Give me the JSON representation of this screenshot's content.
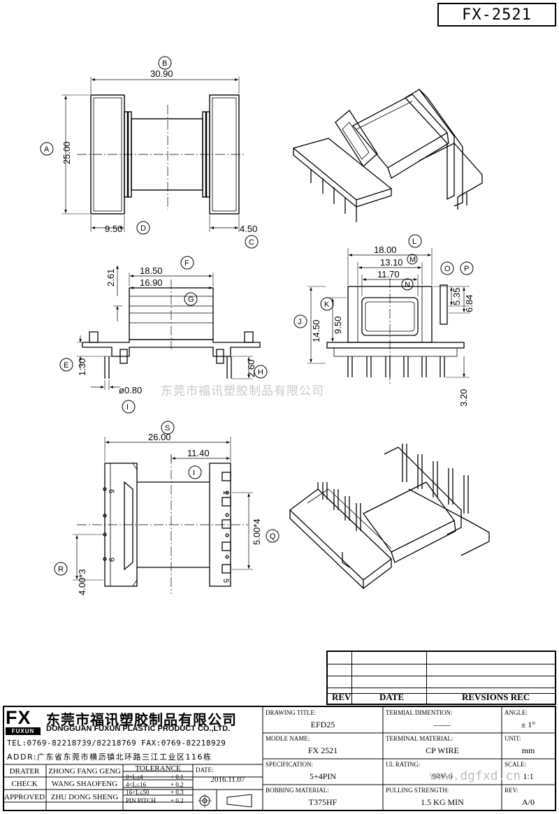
{
  "part_number": "FX-2521",
  "watermark_text": "东莞市福讯塑胶制品有限公司",
  "watermark_url": "www.dgfxd.cn",
  "dimensions": {
    "top_view": {
      "B": "30.90",
      "A": "25.00",
      "D": "9.50",
      "C": "4.50"
    },
    "front_view": {
      "F": "18.50",
      "G": "16.90",
      "top": "2.61",
      "E": "1.30",
      "I": "ø0.80",
      "H": "2.60"
    },
    "side_view": {
      "L": "18.00",
      "M": "13.10",
      "N": "11.70",
      "O": "5.35",
      "P": "6.84",
      "K": "9.50",
      "J": "14.50",
      "bottom": "3.20"
    },
    "bottom_view": {
      "S": "26.00",
      "T": "11.40",
      "Q": "5.00*4",
      "R": "4.00*3"
    }
  },
  "markers": {
    "A": "A",
    "B": "B",
    "C": "C",
    "D": "D",
    "E": "E",
    "F": "F",
    "G": "G",
    "H": "H",
    "I": "I",
    "J": "J",
    "K": "K",
    "L": "L",
    "M": "M",
    "N": "N",
    "O": "O",
    "P": "P",
    "Q": "Q",
    "R": "R",
    "S": "S",
    "T": "I"
  },
  "pin_labels": {
    "p9": "9",
    "p6": "6",
    "p1": "1",
    "p5": "5"
  },
  "revision_table": {
    "rev": "REV",
    "date": "DATE",
    "rec": "REVSIONS REC"
  },
  "company": {
    "logo": "FX",
    "logo_sub": "FUXUN",
    "name_cn": "东莞市福讯塑胶制品有限公司",
    "name_en": "DONGGUAN FUXUN PLASTIC PRODUCT CO.,LTD.",
    "tel": "TEL:0769-82218739/82218769 FAX:0769-82218929",
    "addr": "ADDR:广东省东莞市横沥镇北环路三江工业区116栋"
  },
  "signoff": [
    {
      "role": "DRATER",
      "name": "ZHONG FANG GENG"
    },
    {
      "role": "CHECK",
      "name": "WANG SHAOFENG"
    },
    {
      "role": "APPROVED",
      "name": "ZHU DONG SHENG"
    }
  ],
  "tolerance": {
    "title": "TOLERANCE",
    "rows": [
      {
        "range": "0<L≤4",
        "value": "+ 0.1"
      },
      {
        "range": "4<L≤16",
        "value": "+ 0.2"
      },
      {
        "range": "16<L≤50",
        "value": "+ 0.3"
      },
      {
        "range": "PIN PITCH",
        "value": "+ 0.2"
      }
    ]
  },
  "date": {
    "label": "DATE:",
    "value": "2016.11.07"
  },
  "fields": {
    "drawing_title": {
      "label": "DRAWING TITLE:",
      "value": "EFD25"
    },
    "model_name": {
      "label": "MODLE NAME:",
      "value": "FX 2521"
    },
    "specification": {
      "label": "SPECIFICATION:",
      "value": "5+4PIN"
    },
    "bobbing_material": {
      "label": "BOBBING MATERIAL:",
      "value": "T375HF"
    },
    "terminal_dimention": {
      "label": "TERMIAL DIMENTION:",
      "value": "——"
    },
    "terminal_material": {
      "label": "TERMINAL MATERIAL:",
      "value": "CP WIRE"
    },
    "ul_rating": {
      "label": "UL RATING:",
      "value": "94V-0"
    },
    "pulling_strength": {
      "label": "PULLING STRENGTH:",
      "value": "1.5 KG MIN"
    },
    "angle": {
      "label": "ANGLE:",
      "value": "± 1°"
    },
    "unit": {
      "label": "UNIT:",
      "value": "mm"
    },
    "scale": {
      "label": "SCALE:",
      "value": "1:1"
    },
    "rev": {
      "label": "REV:",
      "value": "A/0"
    }
  }
}
